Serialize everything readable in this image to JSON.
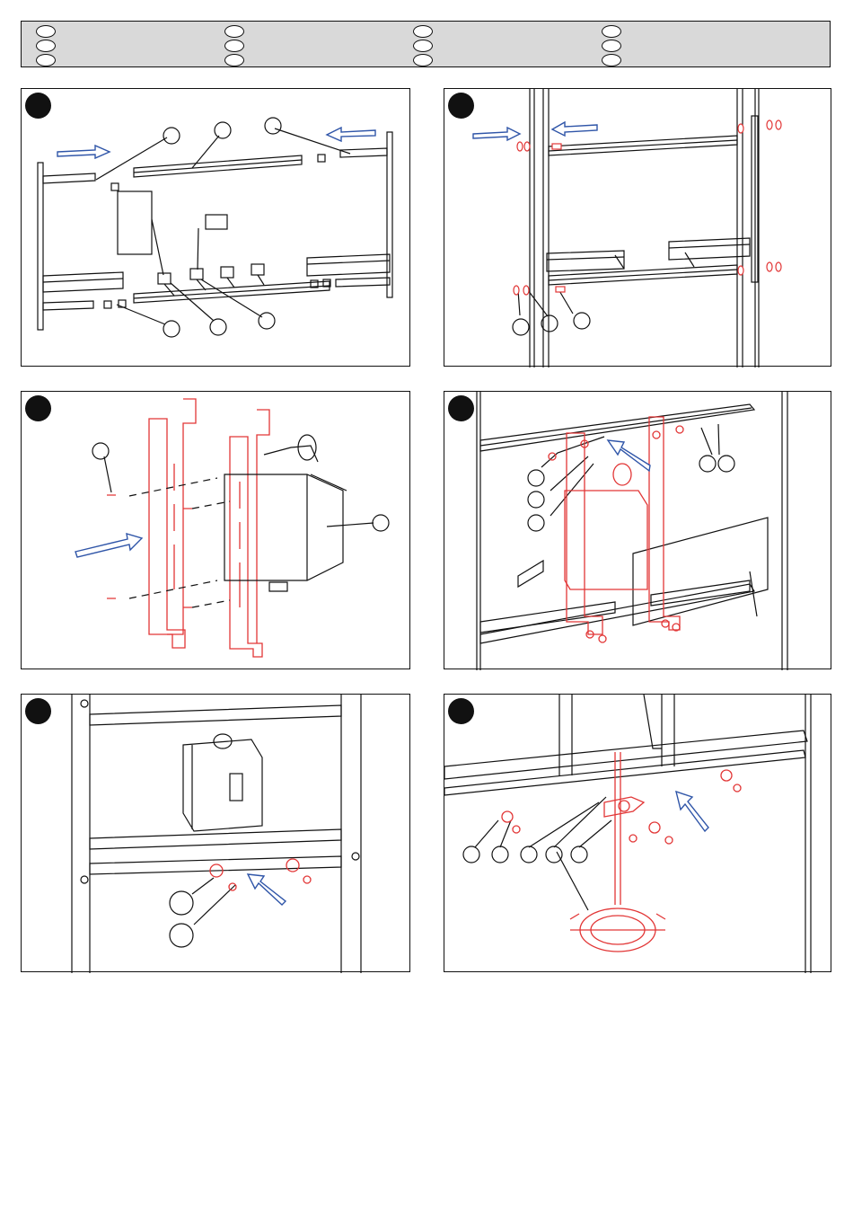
{
  "legend": {
    "columns": 4,
    "rows_per_column": 3
  },
  "panels": [
    {
      "id": 1,
      "arrows": "blue"
    },
    {
      "id": 2,
      "arrows": "blue"
    },
    {
      "id": 3,
      "arrows": "blue"
    },
    {
      "id": 4,
      "arrows": "blue"
    },
    {
      "id": 5,
      "arrows": "blue"
    },
    {
      "id": 6,
      "arrows": "blue"
    }
  ],
  "colors": {
    "outline": "#111111",
    "highlight": "#e23636",
    "arrow": "#2f55a8",
    "legend_bg": "#d9d9d9"
  }
}
